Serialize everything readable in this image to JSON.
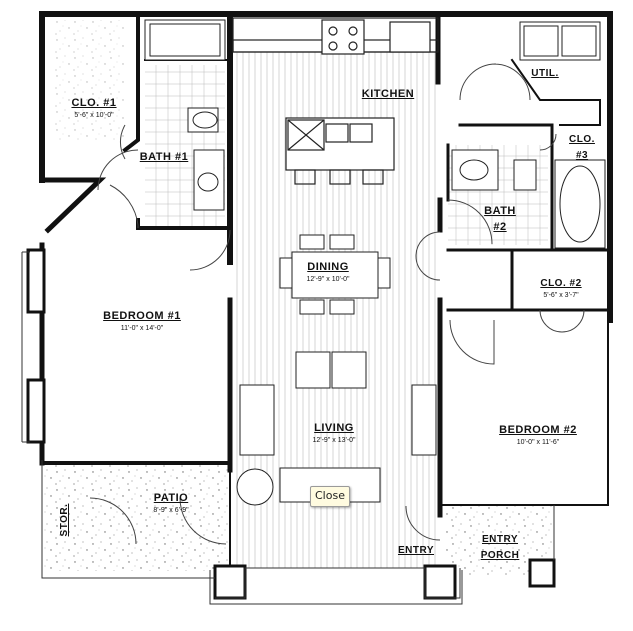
{
  "rooms": [
    {
      "id": "clo1",
      "name": "CLO. #1",
      "dims": "5'-6\" x 10'-0\""
    },
    {
      "id": "bath1",
      "name": "BATH #1",
      "dims": ""
    },
    {
      "id": "kitchen",
      "name": "KITCHEN",
      "dims": ""
    },
    {
      "id": "util",
      "name": "UTIL.",
      "dims": ""
    },
    {
      "id": "clo3",
      "name": "CLO. #3",
      "dims": ""
    },
    {
      "id": "bath2",
      "name": "BATH #2",
      "dims": ""
    },
    {
      "id": "dining",
      "name": "DINING",
      "dims": "12'-9\" x 10'-0\""
    },
    {
      "id": "bedroom1",
      "name": "BEDROOM #1",
      "dims": "11'-0\" x 14'-0\""
    },
    {
      "id": "clo2",
      "name": "CLO. #2",
      "dims": "5'-6\" x 3'-7\""
    },
    {
      "id": "living",
      "name": "LIVING",
      "dims": "12'-9\" x 13'-0\""
    },
    {
      "id": "bedroom2",
      "name": "BEDROOM #2",
      "dims": "10'-0\" x 11'-6\""
    },
    {
      "id": "patio",
      "name": "PATIO",
      "dims": "8'-9\" x 6'-9\""
    },
    {
      "id": "stor",
      "name": "STOR.",
      "dims": ""
    },
    {
      "id": "entry",
      "name": "ENTRY",
      "dims": ""
    },
    {
      "id": "porch",
      "name": "ENTRY PORCH",
      "dims": ""
    }
  ],
  "tooltip": {
    "close_label": "Close"
  },
  "colors": {
    "wall": "#111111",
    "line": "#333333",
    "tooltip_bg": "#fffbe0"
  }
}
